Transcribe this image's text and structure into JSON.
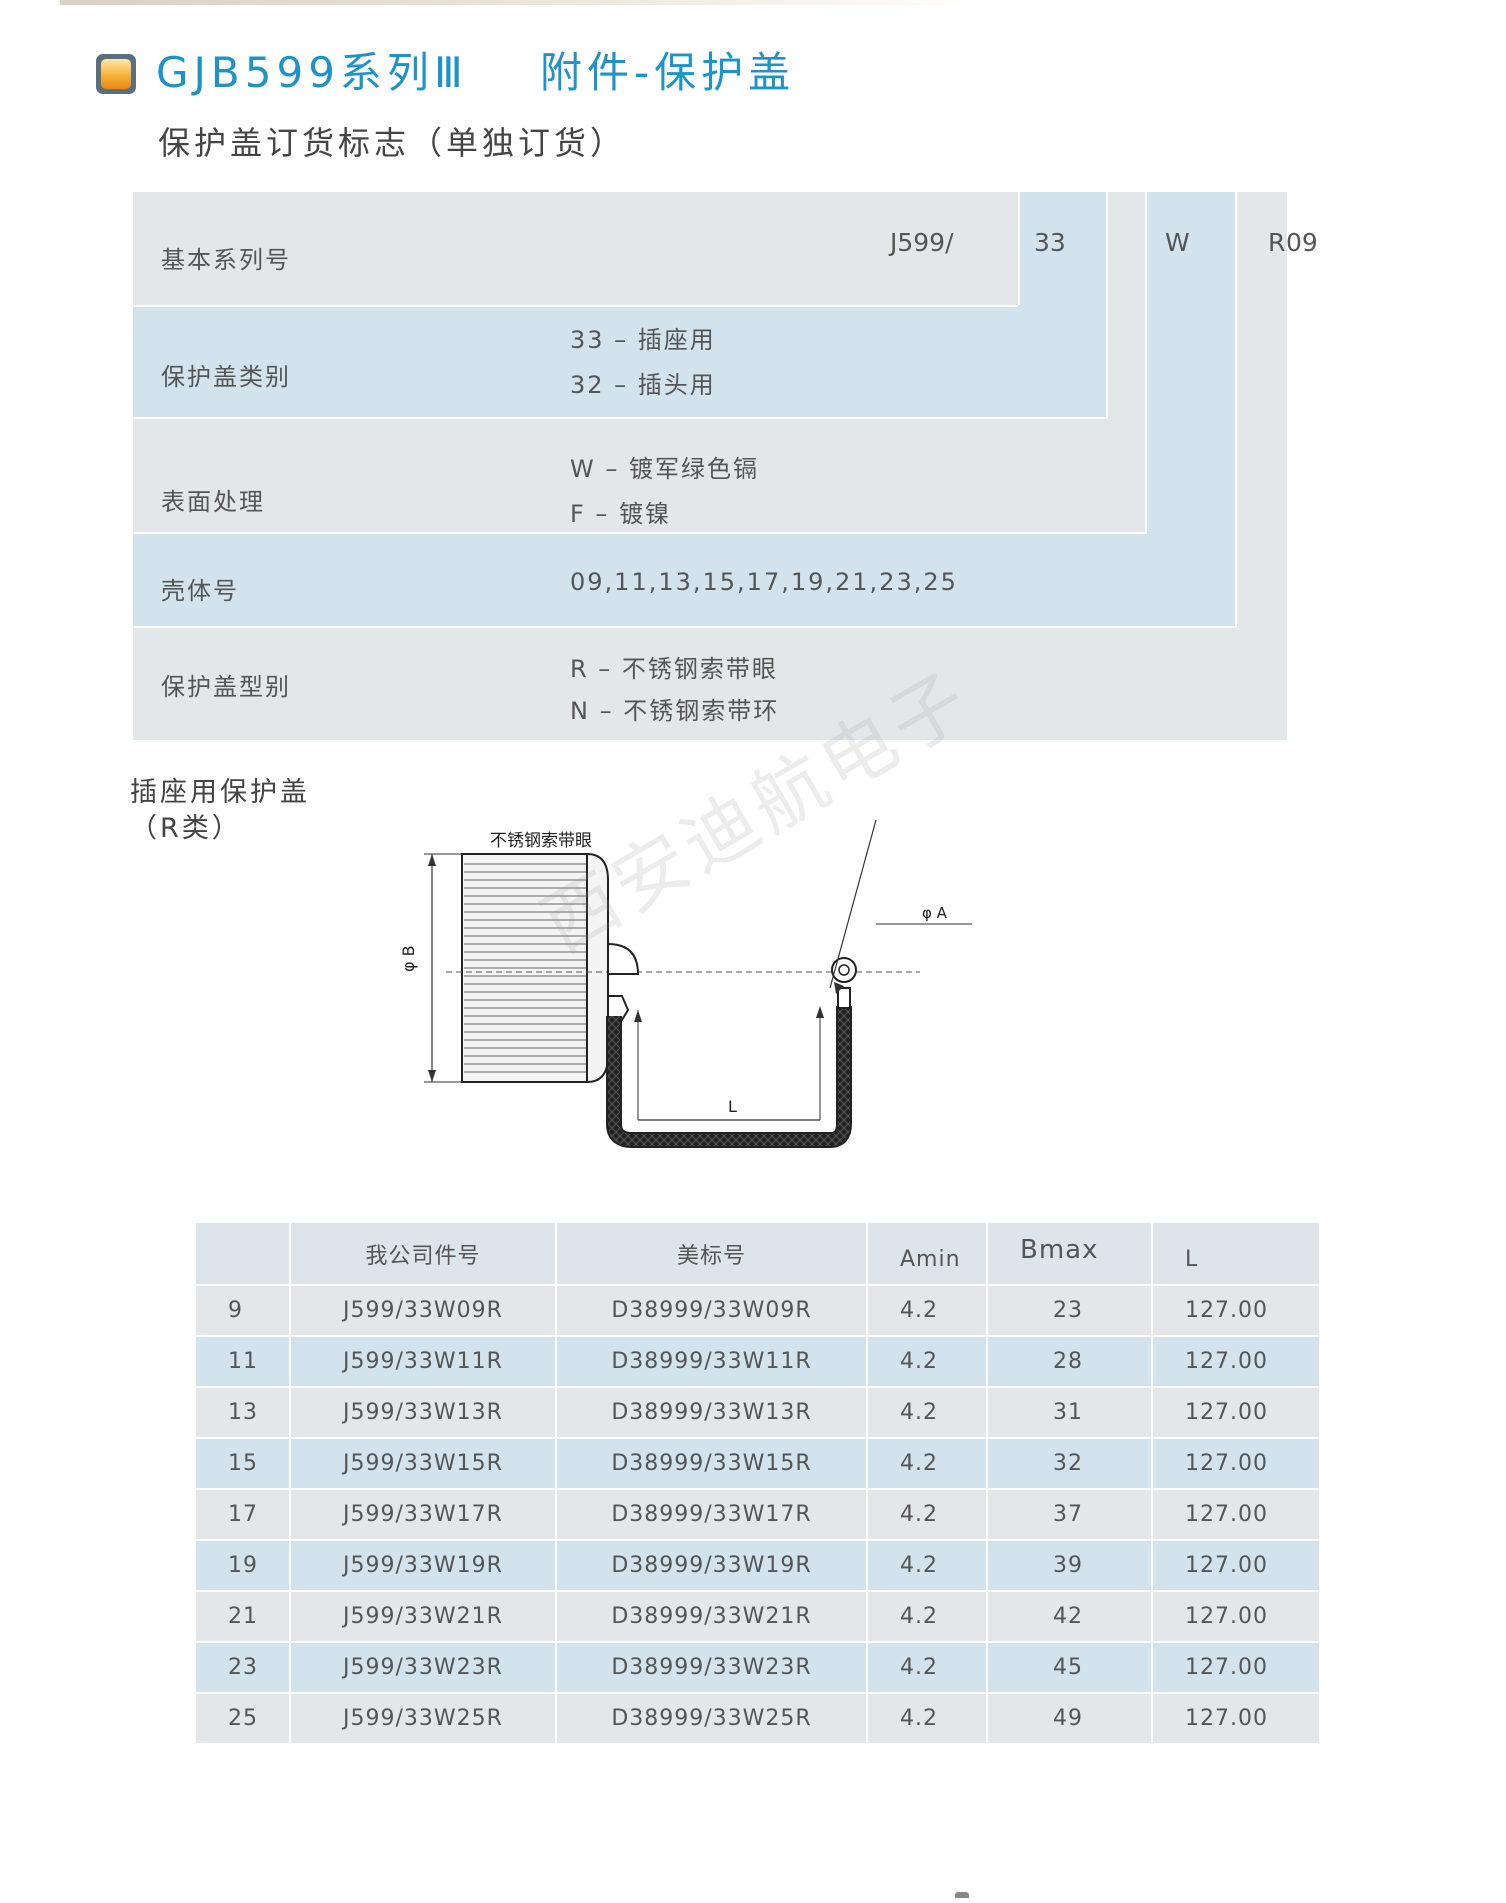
{
  "header": {
    "series": "GJB599系列Ⅲ",
    "section": "附件-保护盖",
    "subtitle": "保护盖订货标志（单独订货）"
  },
  "order_code": {
    "codes": [
      "J599/",
      "33",
      "W",
      "09",
      "R"
    ],
    "rows": [
      {
        "label": "基本系列号",
        "values": []
      },
      {
        "label": "保护盖类别",
        "values": [
          "33 – 插座用",
          "32 – 插头用"
        ]
      },
      {
        "label": "表面处理",
        "values": [
          "W – 镀军绿色镉",
          "F – 镀镍"
        ]
      },
      {
        "label": "壳体号",
        "values": [
          "09,11,13,15,17,19,21,23,25"
        ]
      },
      {
        "label": "保护盖型别",
        "values": [
          "R – 不锈钢索带眼",
          "N – 不锈钢索带环"
        ]
      }
    ],
    "colors": {
      "grey": "#e4e7ea",
      "blue": "#d2e3ed"
    }
  },
  "drawing": {
    "caption_line1": "插座用保护盖",
    "caption_line2": "（R类）",
    "callout": "不锈钢索带眼",
    "dim_b": "φ B",
    "dim_a": "φ A",
    "dim_l": "L",
    "watermark": "西安迪航电子"
  },
  "table": {
    "headers": [
      "",
      "我公司件号",
      "美标号",
      "Amin",
      "Bmax",
      "L"
    ],
    "rows": [
      [
        "9",
        "J599/33W09R",
        "D38999/33W09R",
        "4.2",
        "23",
        "127.00"
      ],
      [
        "11",
        "J599/33W11R",
        "D38999/33W11R",
        "4.2",
        "28",
        "127.00"
      ],
      [
        "13",
        "J599/33W13R",
        "D38999/33W13R",
        "4.2",
        "31",
        "127.00"
      ],
      [
        "15",
        "J599/33W15R",
        "D38999/33W15R",
        "4.2",
        "32",
        "127.00"
      ],
      [
        "17",
        "J599/33W17R",
        "D38999/33W17R",
        "4.2",
        "37",
        "127.00"
      ],
      [
        "19",
        "J599/33W19R",
        "D38999/33W19R",
        "4.2",
        "39",
        "127.00"
      ],
      [
        "21",
        "J599/33W21R",
        "D38999/33W21R",
        "4.2",
        "42",
        "127.00"
      ],
      [
        "23",
        "J599/33W23R",
        "D38999/33W23R",
        "4.2",
        "45",
        "127.00"
      ],
      [
        "25",
        "J599/33W25R",
        "D38999/33W25R",
        "4.2",
        "49",
        "127.00"
      ]
    ]
  },
  "accent_color": "#1f93c9"
}
